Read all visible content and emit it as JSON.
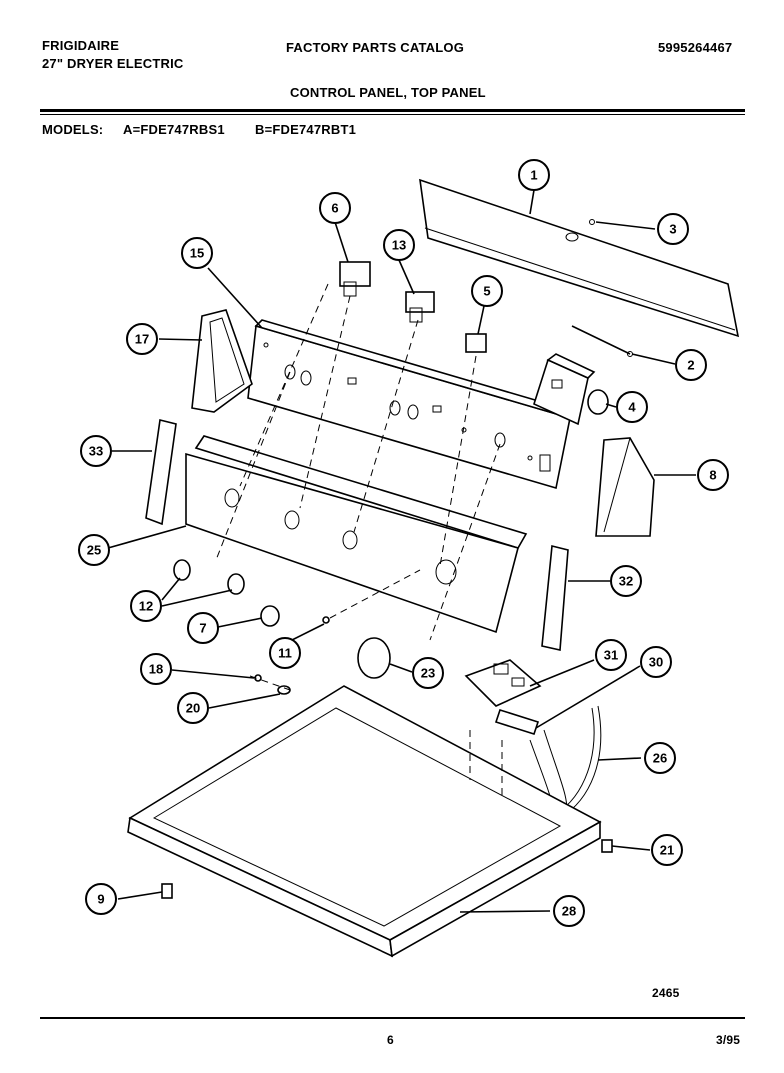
{
  "header": {
    "brand": "FRIGIDAIRE",
    "product": "27\" DRYER ELECTRIC",
    "catalog_title": "FACTORY PARTS CATALOG",
    "catalog_number": "5995264467",
    "section_title": "CONTROL PANEL, TOP PANEL"
  },
  "models": {
    "label": "MODELS:",
    "a": "A=FDE747RBS1",
    "b": "B=FDE747RBT1"
  },
  "callouts": [
    "1",
    "2",
    "3",
    "4",
    "5",
    "6",
    "7",
    "8",
    "9",
    "11",
    "12",
    "13",
    "15",
    "17",
    "18",
    "20",
    "21",
    "23",
    "25",
    "26",
    "28",
    "30",
    "31",
    "32",
    "33"
  ],
  "footer": {
    "drawing_number": "2465",
    "page_number": "6",
    "date": "3/95"
  }
}
